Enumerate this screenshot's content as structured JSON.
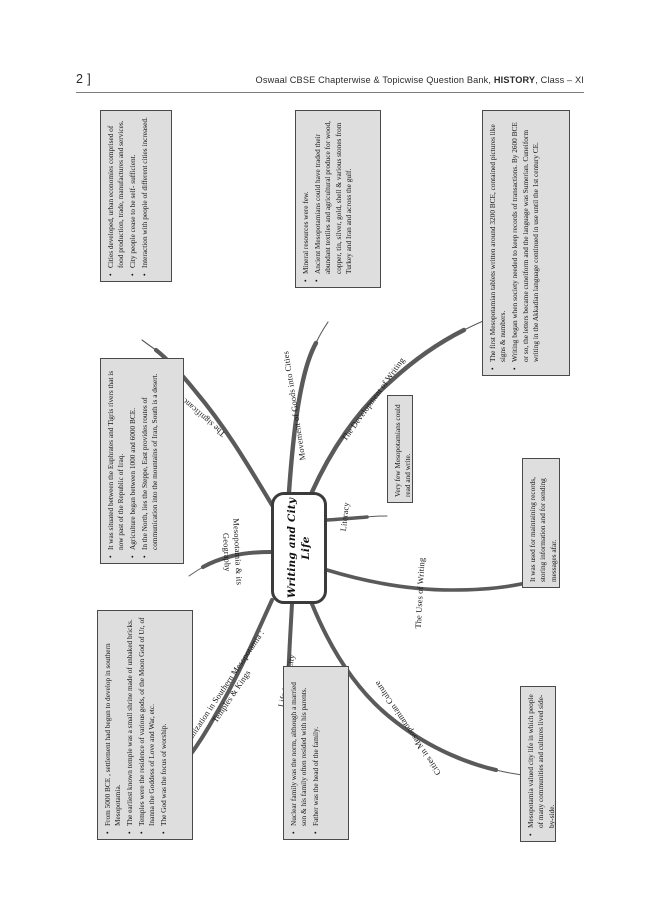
{
  "header": {
    "page_number": "2 ]",
    "title_prefix": "Oswaal CBSE Chapterwise & Topicwise Question Bank, ",
    "title_subject": "HISTORY",
    "title_suffix": ", Class – XI"
  },
  "mindmap": {
    "center": "Writing and City Life",
    "branches": [
      {
        "id": "significance-of-urbanism",
        "label": "The significance of Urbanism",
        "note": [
          "Cities developed, urban economies comprised of food production, trade, manufactures and services.",
          "City people cease to be self- sufficient.",
          "Interaction with people of different cities increased."
        ]
      },
      {
        "id": "movement-of-goods-into-cities",
        "label": "Movement of Goods into Cities",
        "note": [
          "Mineral resources were few.",
          "Ancient Mesopotamians could have traded their abundant textiles and agricultural produce for wood, copper, tin, silver, gold, shell & various stones from Turkey and Iran and across the gulf."
        ]
      },
      {
        "id": "development-of-writing",
        "label": "The Development of Writing",
        "note": [
          "The first Mesopotamian tablets written around 3200 BCE, contained pictures like signs & numbers.",
          "Writing began when society needed to keep records of transactions. By 2600 BCE or so, the letters became cuneiform and the language was Sumerian. Cuneiform writing in the Akkadian language continued in use until the 1st century CE."
        ]
      },
      {
        "id": "literacy",
        "label": "Literacy",
        "note_plain": "Very few Mesopotamians could read and write."
      },
      {
        "id": "uses-of-writing",
        "label": "The Uses of  Writing",
        "note_plain": "It was used for maintaining records, storing information and for sending messages afar."
      },
      {
        "id": "cities-in-mesopotamian-culture",
        "label": "Cities in Mesopotamian Culture",
        "note": [
          "Mesopotamia valued city life in which people of many communities and cultures lived side-by-side."
        ]
      },
      {
        "id": "life-in-the-city",
        "label": "Life in the City",
        "note": [
          "Nuclear family was the norm, although a married  son & his family often resided with his parents.",
          "Father was the head of the family."
        ]
      },
      {
        "id": "urbanization-in-southern-mesopotamia",
        "label": "Urbanization in Southern Mesopotamia : Temples & Kings",
        "note": [
          "From 5000 BCE , settlement had begun to develop in southern Mesopotamia.",
          "The earliest known temple was a small shrine made of unbaked bricks.",
          "Temples were the residence of  various gods, of  the Moon God of Ur, of Inanna the Goddess of  Love and War, etc.",
          "The God was the focus of worship."
        ]
      },
      {
        "id": "mesopotamia-and-its-geography",
        "label": "Mesopotamia & its Geography",
        "note": [
          "It was situated between the Euphrates and Tigris rivers that is now past of the Republic of Iraq.",
          "Agriculture began between 1000 and 6000 BCE.",
          "In the North, lies the Steppe, East provides routes of communication into  the mountains of Iran, South is a desert."
        ]
      }
    ]
  },
  "colors": {
    "note_fill": "#dedede",
    "note_border": "#4a4a4a",
    "branch_stroke": "#5a5a5a",
    "center_border": "#3b3b3b"
  }
}
